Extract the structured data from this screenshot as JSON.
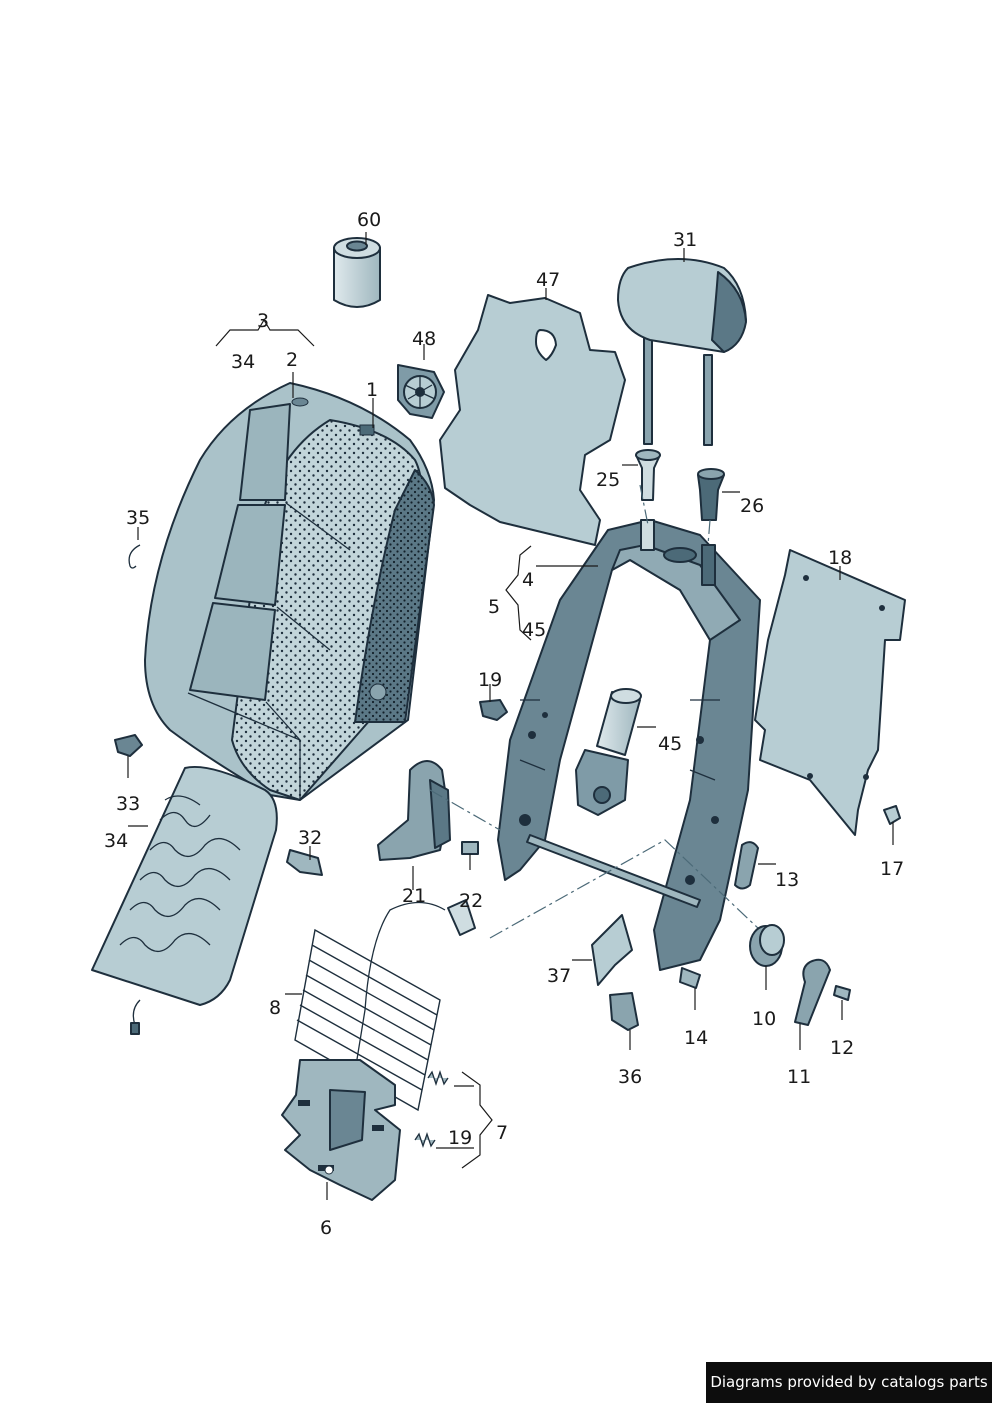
{
  "credit": "Diagrams provided by catalogs parts",
  "colors": {
    "part_fill": "#b7cdd3",
    "part_dark": "#4c6a78",
    "outline": "#1e2f3d",
    "background": "#ffffff"
  },
  "parts": [
    {
      "id": "foam-cylinder",
      "label": "60"
    },
    {
      "id": "cover-set",
      "label": "3"
    },
    {
      "id": "cover-sub",
      "label": "34"
    },
    {
      "id": "backrest-cover",
      "label": "2"
    },
    {
      "id": "fan",
      "label": "48"
    },
    {
      "id": "insert",
      "label": "1"
    },
    {
      "id": "insulation-mat",
      "label": "47"
    },
    {
      "id": "headrest",
      "label": "31"
    },
    {
      "id": "guide-left",
      "label": "25"
    },
    {
      "id": "guide-right",
      "label": "26"
    },
    {
      "id": "frame-group-top",
      "label": "4"
    },
    {
      "id": "frame-group",
      "label": "5"
    },
    {
      "id": "frame-group-bottom",
      "label": "45"
    },
    {
      "id": "clip",
      "label": "35"
    },
    {
      "id": "rear-panel",
      "label": "18"
    },
    {
      "id": "retainer",
      "label": "19"
    },
    {
      "id": "motor",
      "label": "45"
    },
    {
      "id": "connector",
      "label": "33"
    },
    {
      "id": "heating-mat",
      "label": "34"
    },
    {
      "id": "connector-2",
      "label": "32"
    },
    {
      "id": "trim-bracket",
      "label": "21"
    },
    {
      "id": "bolt-22",
      "label": "22"
    },
    {
      "id": "cover-13",
      "label": "13"
    },
    {
      "id": "nut-17",
      "label": "17"
    },
    {
      "id": "cover-37",
      "label": "37"
    },
    {
      "id": "bolt-14",
      "label": "14"
    },
    {
      "id": "knob",
      "label": "10"
    },
    {
      "id": "lever",
      "label": "11"
    },
    {
      "id": "clip-12",
      "label": "12"
    },
    {
      "id": "cap-36",
      "label": "36"
    },
    {
      "id": "spring-mat",
      "label": "8"
    },
    {
      "id": "lumbar-group",
      "label": "7"
    },
    {
      "id": "spring",
      "label": "19"
    },
    {
      "id": "lumbar-support",
      "label": "6"
    }
  ]
}
